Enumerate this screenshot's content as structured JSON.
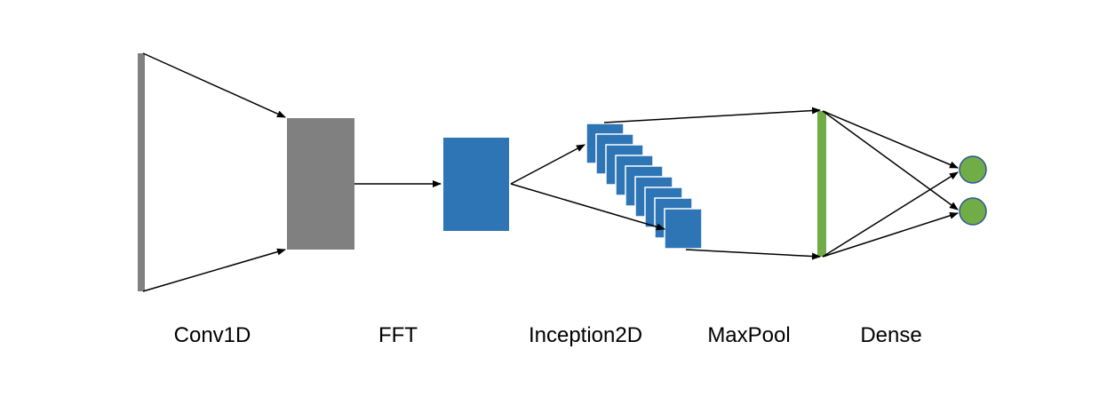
{
  "labels": {
    "conv1d": "Conv1D",
    "fft": "FFT",
    "inception": "Inception2D",
    "maxpool": "MaxPool",
    "dense": "Dense"
  },
  "colors": {
    "gray": "#808080",
    "blue": "#2e75b6",
    "green": "#70ad47",
    "node_border": "#2f5597",
    "arrow": "#000000"
  }
}
